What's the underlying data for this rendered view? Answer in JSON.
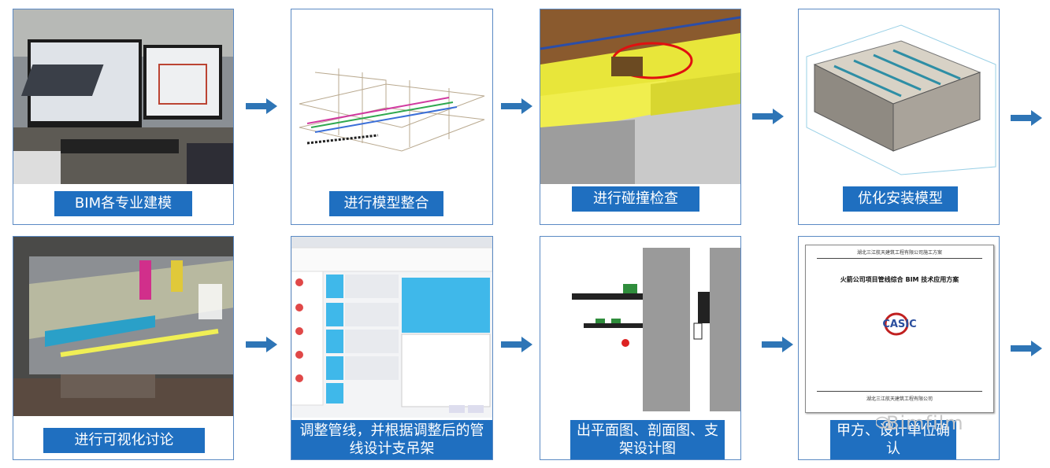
{
  "steps": [
    {
      "label": "BIM各专业建模"
    },
    {
      "label": "进行模型整合"
    },
    {
      "label": "进行碰撞检查"
    },
    {
      "label": "优化安装模型"
    },
    {
      "label": "进行可视化讨论"
    },
    {
      "label": "调整管线，并根据调整后的管线设计支吊架"
    },
    {
      "label": "出平面图、剖面图、支架设计图"
    },
    {
      "label": "甲方、设计单位确认"
    }
  ],
  "document": {
    "header": "湖北三江航天建筑工程有限公司施工方案",
    "title": "火箭公司项目管线综合 BIM 技术应用方案",
    "logo": "CASIC",
    "footer": "湖北三江航天建筑工程有限公司"
  },
  "watermark": "Bimfilm",
  "colors": {
    "accent": "#1f6fc0",
    "arrow": "#2e75b6",
    "border": "#5b8ac4"
  }
}
